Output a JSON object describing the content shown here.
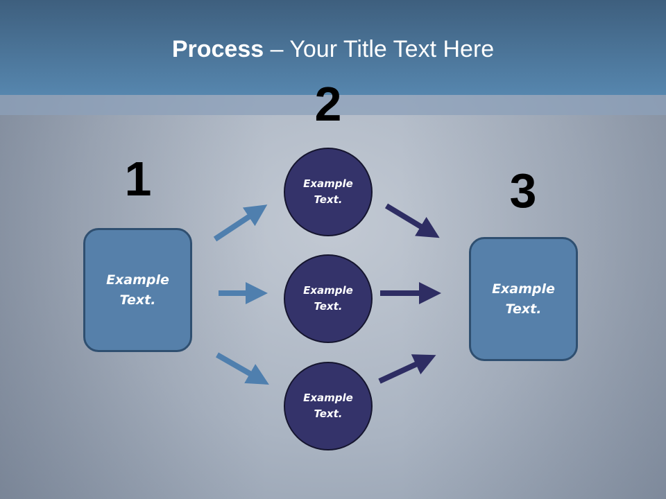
{
  "title": {
    "bold": "Process",
    "rest": " – Your Title Text Here"
  },
  "steps": [
    {
      "number": "1",
      "text": "Example Text."
    },
    {
      "number": "2",
      "items": [
        "Example Text.",
        "Example Text.",
        "Example Text."
      ]
    },
    {
      "number": "3",
      "text": "Example Text."
    }
  ],
  "colors": {
    "header": "#4a7298",
    "box": "#5680aa",
    "circle": "#34336a",
    "arrow_light": "#4f7fae",
    "arrow_dark": "#2e2d63"
  }
}
